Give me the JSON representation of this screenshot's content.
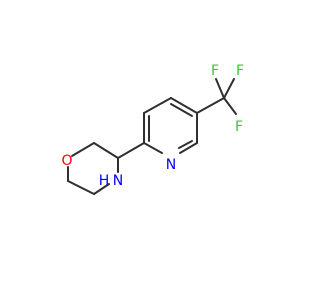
{
  "molecule": {
    "atoms": {
      "oxygen": "O",
      "ring_nitrogen_nh": "N",
      "ring_nitrogen_h": "H",
      "pyridine_nitrogen": "N",
      "fluorine_top_left": "F",
      "fluorine_top_right": "F",
      "fluorine_right": "F"
    },
    "colors": {
      "bond": "#2f2f2f",
      "oxygen": "#ff0000",
      "nitrogen": "#0000ff",
      "fluorine": "#33cc33"
    }
  }
}
